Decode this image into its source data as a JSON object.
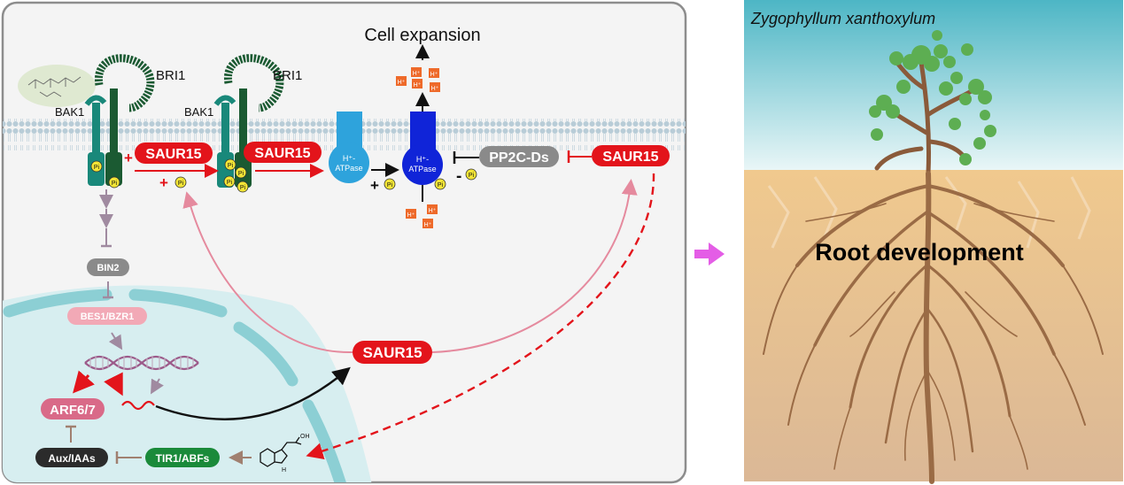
{
  "labels": {
    "cell_expansion": "Cell expansion",
    "bri1_a": "BRI1",
    "bri1_b": "BRI1",
    "bak1_a": "BAK1",
    "bak1_b": "BAK1",
    "saur15_a": "SAUR15",
    "saur15_b": "SAUR15",
    "saur15_c": "SAUR15",
    "saur15_d": "SAUR15",
    "atpase_a_line1": "H⁺-",
    "atpase_a_line2": "ATPase",
    "atpase_b_line1": "H⁺-",
    "atpase_b_line2": "ATPase",
    "pp2c": "PP2C-Ds",
    "bin2": "BIN2",
    "bes1": "BES1/BZR1",
    "arf": "ARF6/7",
    "aux": "Aux/IAAs",
    "tir1": "TIR1/ABFs",
    "pi": "Pi",
    "h_ion": "H⁺",
    "plus": "+",
    "minus": "-",
    "species": "Zygophyllum xanthoxylum",
    "root_dev": "Root development"
  },
  "colors": {
    "saur_red": "#e3141b",
    "membrane_blue": "#c9dbe4",
    "atpase_light": "#2ea3dc",
    "atpase_dark": "#1024d8",
    "pp2c_gray": "#8a8a8a",
    "bes1_pink": "#f2a9b6",
    "arf_pink": "#d96a88",
    "tir1_green": "#1a8a3a",
    "aux_dark": "#2b2b2b",
    "nucleus_teal": "#8ccfd4",
    "sky_top": "#4fb7c6",
    "soil": "#e5c49a",
    "root_brown": "#9a6b45",
    "leaf_green": "#5dae52",
    "magenta_arrow": "#e45de6"
  },
  "icons": [
    "brassinolide-structure-icon",
    "auxin-structure-icon",
    "dna-icon",
    "mrna-icon",
    "plant-icon"
  ]
}
